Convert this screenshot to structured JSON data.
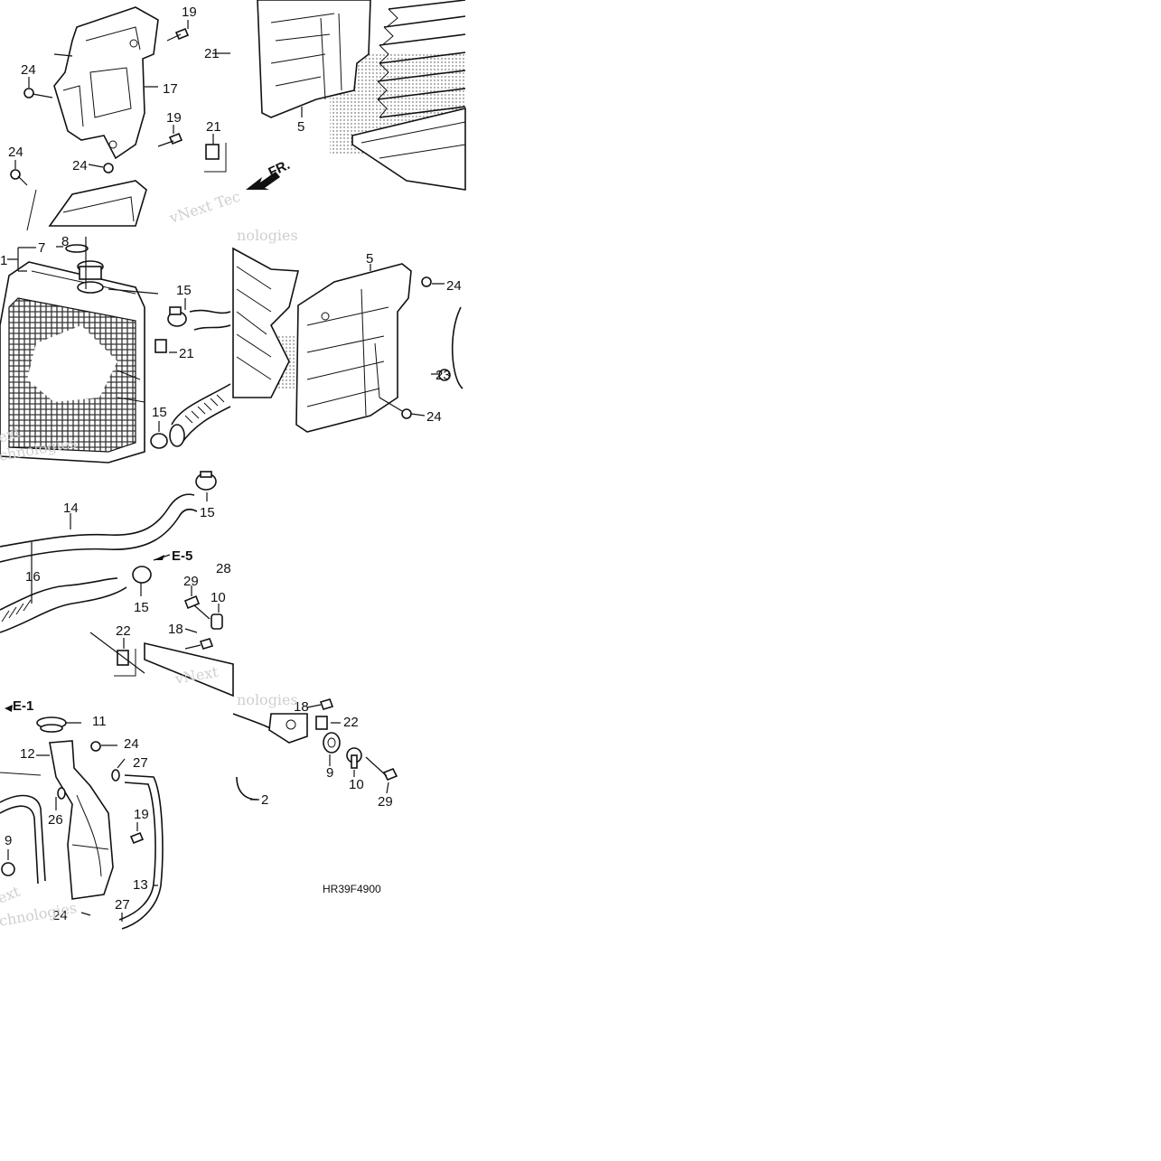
{
  "diagram": {
    "labels": {
      "p19a": "19",
      "p21a": "21",
      "p24a": "24",
      "p17": "17",
      "p19b": "19",
      "p21b": "21",
      "p24b": "24",
      "p24c": "24",
      "p5a": "5",
      "fr": "FR.",
      "p8": "8",
      "p7": "7",
      "p1": "1",
      "p15a": "15",
      "p21c": "21",
      "p15b": "15",
      "p5b": "5",
      "p24d": "24",
      "p23": "23",
      "p24e": "24",
      "p14": "14",
      "p15c": "15",
      "p16": "16",
      "e5": "E-5",
      "p15d": "15",
      "p29a": "29",
      "p28": "28",
      "p10a": "10",
      "p18a": "18",
      "p22a": "22",
      "e1": "E-1",
      "p11": "11",
      "p12": "12",
      "p24f": "24",
      "p27a": "27",
      "p26": "26",
      "p19c": "19",
      "p9a": "9",
      "p13": "13",
      "p27b": "27",
      "p24g": "24",
      "p18b": "18",
      "p22b": "22",
      "p9b": "9",
      "p10b": "10",
      "p29b": "29",
      "p2": "2"
    },
    "diagram_code": "HR39F4900",
    "watermark": {
      "w1": "vNext Tec",
      "w2": "nologies",
      "w3": "ext",
      "w4": "chnologies",
      "w5": "vNext",
      "w6": "nologies",
      "w7": "ext",
      "w8": "chnologies"
    }
  }
}
